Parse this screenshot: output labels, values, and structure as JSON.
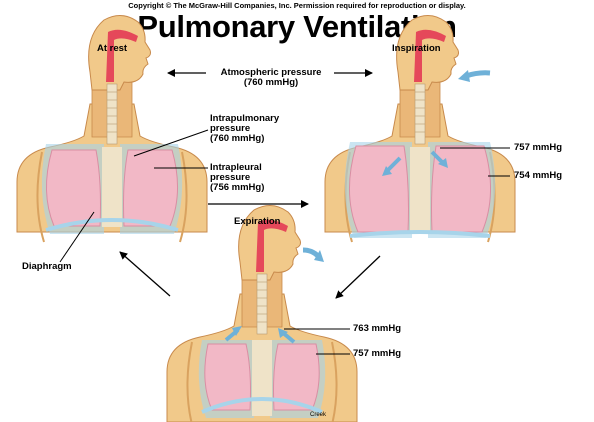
{
  "header": {
    "copyright": "Copyright © The McGraw-Hill Companies, Inc. Permission required for reproduction or display.",
    "title": "Pulmonary Ventilation"
  },
  "states": {
    "rest": "At rest",
    "inspiration": "Inspiration",
    "expiration": "Expiration"
  },
  "labels": {
    "atmospheric_line1": "Atmospheric pressure",
    "atmospheric_line2": "(760 mmHg)",
    "intrapulmonary_line1": "Intrapulmonary",
    "intrapulmonary_line2": "pressure",
    "intrapulmonary_line3": "(760 mmHg)",
    "intrapleural_line1": "Intrapleural",
    "intrapleural_line2": "pressure",
    "intrapleural_line3": "(756 mmHg)",
    "diaphragm": "Diaphragm",
    "insp_intrapulmonary": "757 mmHg",
    "insp_intrapleural": "754 mmHg",
    "exp_intrapulmonary": "763 mmHg",
    "exp_intrapleural": "757 mmHg",
    "artist": "Creek"
  },
  "colors": {
    "skin": "#f1c98a",
    "skin_shade": "#d9a25f",
    "lung": "#f2b8c6",
    "lung_dark": "#d98ea3",
    "airway": "#e5485a",
    "trachea": "#efe3c8",
    "pleura": "#a7d4ea",
    "airflow_arrow": "#6fb1d8"
  }
}
